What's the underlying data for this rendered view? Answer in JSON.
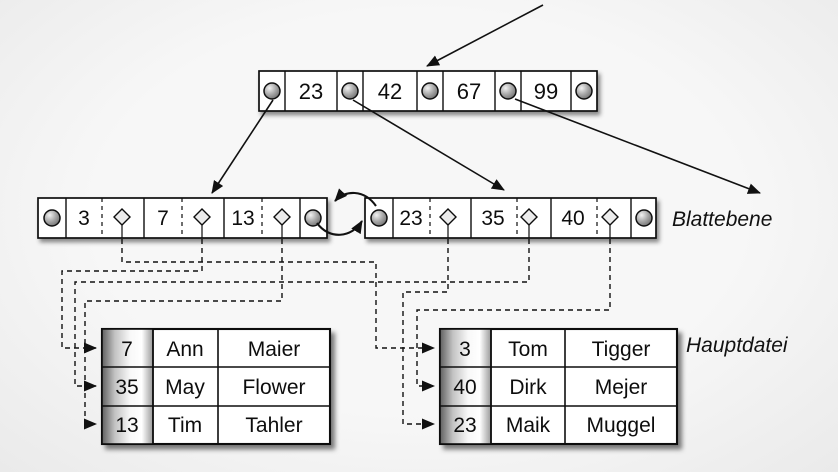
{
  "tree": {
    "root": {
      "keys": [
        "23",
        "42",
        "67",
        "99"
      ]
    },
    "leaves": [
      {
        "keys": [
          "3",
          "7",
          "13"
        ]
      },
      {
        "keys": [
          "23",
          "35",
          "40"
        ]
      }
    ]
  },
  "labels": {
    "leaf_level": "Blattebene",
    "main_file": "Hauptdatei"
  },
  "tables": [
    {
      "rows": [
        [
          "7",
          "Ann",
          "Maier"
        ],
        [
          "35",
          "May",
          "Flower"
        ],
        [
          "13",
          "Tim",
          "Tahler"
        ]
      ]
    },
    {
      "rows": [
        [
          "3",
          "Tom",
          "Tigger"
        ],
        [
          "40",
          "Dirk",
          "Mejer"
        ],
        [
          "23",
          "Maik",
          "Muggel"
        ]
      ]
    }
  ],
  "icons": {
    "pointer_slot": "circle-icon",
    "record_pointer": "diamond-icon",
    "arrowhead": "triangle-arrow-icon"
  },
  "colors": {
    "line": "#111111",
    "node_fill": "#ffffff",
    "background": "#f4f4f4",
    "key_column_dark": "#606060",
    "key_column_light": "#ffffff",
    "pointer_gray": "#8a8a8a"
  }
}
